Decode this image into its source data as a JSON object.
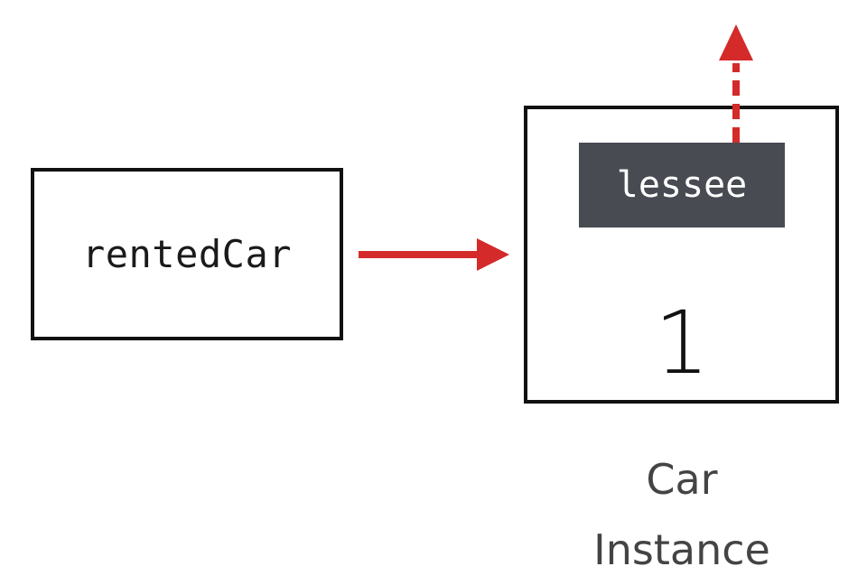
{
  "variable": {
    "label": "rentedCar"
  },
  "instance": {
    "property_label": "lessee",
    "reference_count": "1",
    "caption_line1": "Car",
    "caption_line2": "Instance"
  },
  "colors": {
    "arrow": "#d42a2a",
    "property_chip": "#484b52",
    "box_border": "#111111"
  }
}
